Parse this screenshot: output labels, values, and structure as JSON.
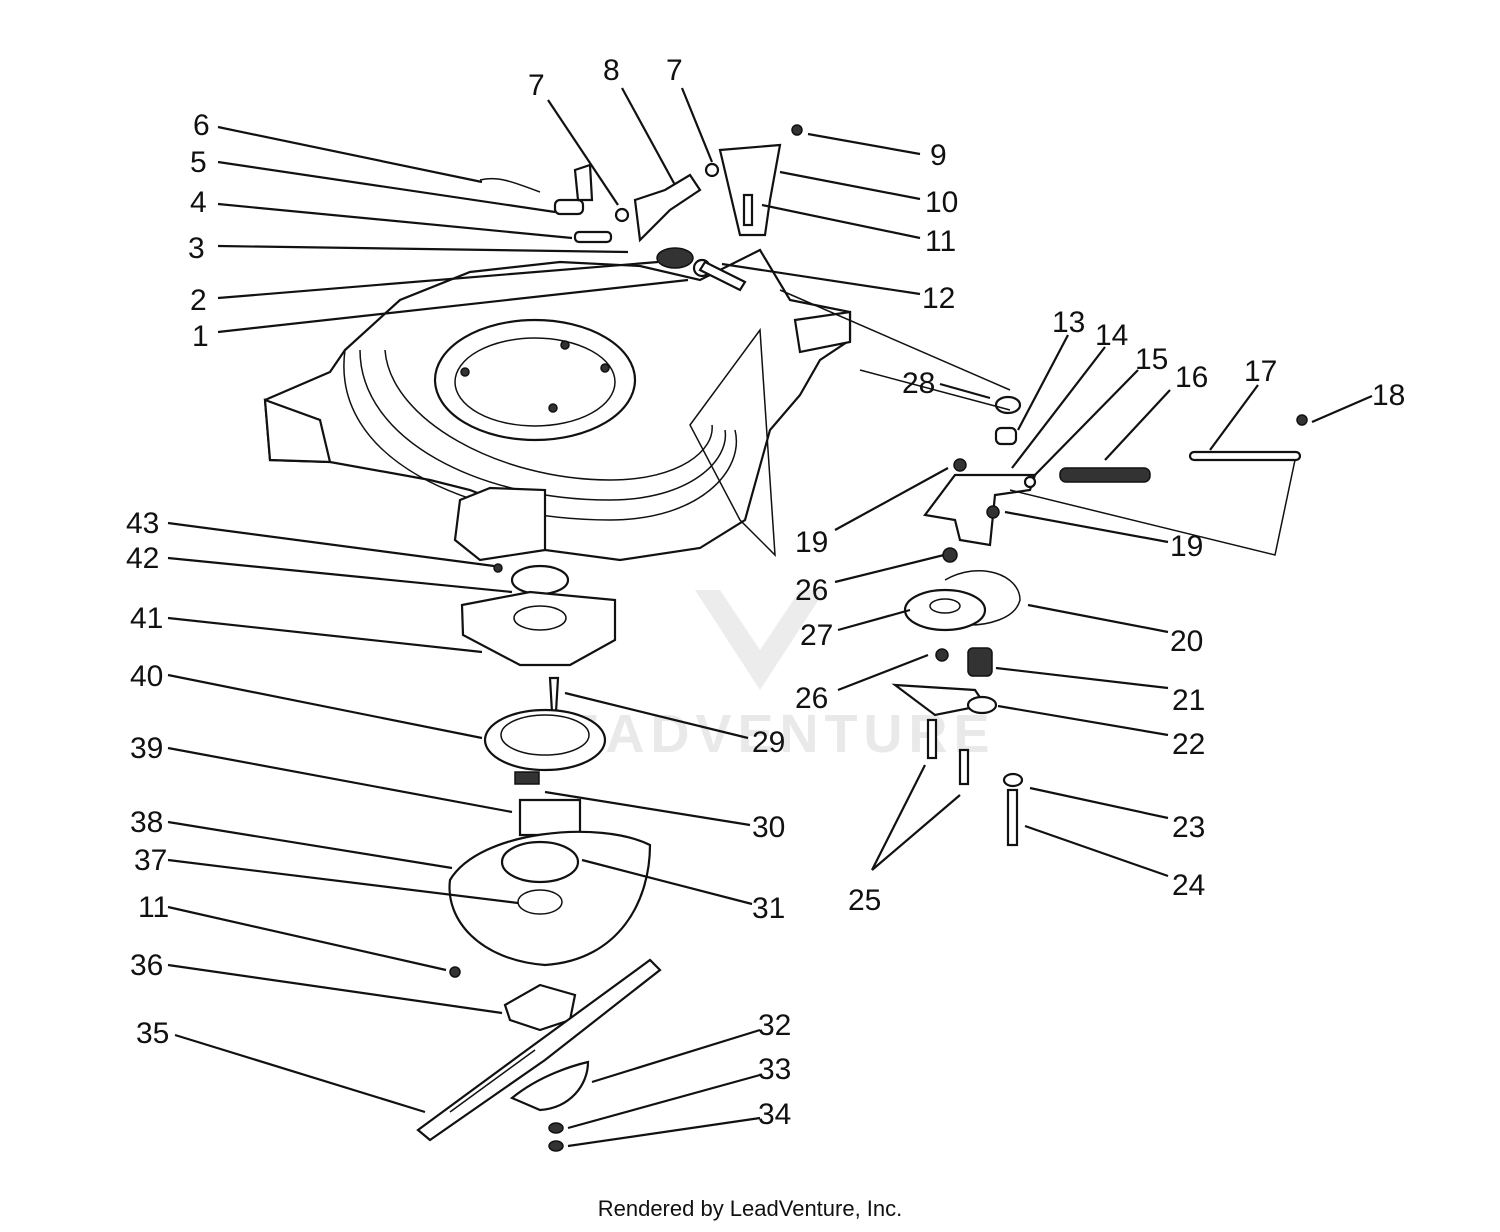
{
  "footer_text": "Rendered by LeadVenture, Inc.",
  "watermark_text": "LEADVENTURE",
  "callouts": [
    {
      "label": "7"
    },
    {
      "label": "8"
    },
    {
      "label": "7"
    },
    {
      "label": "6"
    },
    {
      "label": "5"
    },
    {
      "label": "4"
    },
    {
      "label": "3"
    },
    {
      "label": "2"
    },
    {
      "label": "1"
    },
    {
      "label": "9"
    },
    {
      "label": "10"
    },
    {
      "label": "11"
    },
    {
      "label": "12"
    },
    {
      "label": "13"
    },
    {
      "label": "14"
    },
    {
      "label": "15"
    },
    {
      "label": "16"
    },
    {
      "label": "17"
    },
    {
      "label": "18"
    },
    {
      "label": "28"
    },
    {
      "label": "19"
    },
    {
      "label": "19"
    },
    {
      "label": "26"
    },
    {
      "label": "20"
    },
    {
      "label": "27"
    },
    {
      "label": "21"
    },
    {
      "label": "26"
    },
    {
      "label": "22"
    },
    {
      "label": "23"
    },
    {
      "label": "24"
    },
    {
      "label": "25"
    },
    {
      "label": "43"
    },
    {
      "label": "42"
    },
    {
      "label": "41"
    },
    {
      "label": "40"
    },
    {
      "label": "29"
    },
    {
      "label": "39"
    },
    {
      "label": "30"
    },
    {
      "label": "38"
    },
    {
      "label": "37"
    },
    {
      "label": "31"
    },
    {
      "label": "11"
    },
    {
      "label": "36"
    },
    {
      "label": "35"
    },
    {
      "label": "32"
    },
    {
      "label": "33"
    },
    {
      "label": "34"
    }
  ]
}
